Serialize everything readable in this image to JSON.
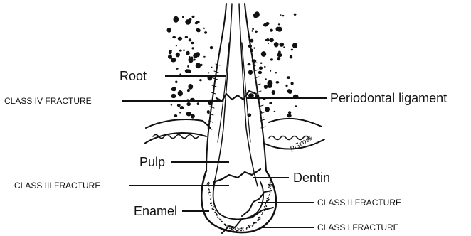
{
  "labels": {
    "root": "Root",
    "class_iv_fracture": "CLASS IV FRACTURE",
    "periodontal_ligament": "Periodontal ligament",
    "pulp": "Pulp",
    "dentin": "Dentin",
    "class_iii_fracture": "CLASS III FRACTURE",
    "class_ii_fracture": "CLASS II FRACTURE",
    "enamel": "Enamel",
    "class_i_fracture": "CLASS I FRACTURE"
  },
  "artist_signature": "PGross",
  "colors": {
    "ink": "#111111",
    "background": "#ffffff"
  }
}
